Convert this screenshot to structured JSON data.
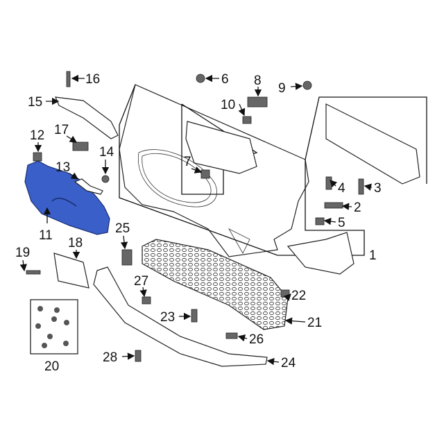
{
  "diagram": {
    "highlight_color": "#3a5fc8",
    "highlighted_part": "11",
    "callouts": [
      "1",
      "2",
      "3",
      "4",
      "5",
      "6",
      "7",
      "8",
      "9",
      "10",
      "11",
      "12",
      "13",
      "14",
      "15",
      "16",
      "17",
      "18",
      "19",
      "20",
      "21",
      "22",
      "23",
      "24",
      "25",
      "26",
      "27",
      "28"
    ]
  }
}
